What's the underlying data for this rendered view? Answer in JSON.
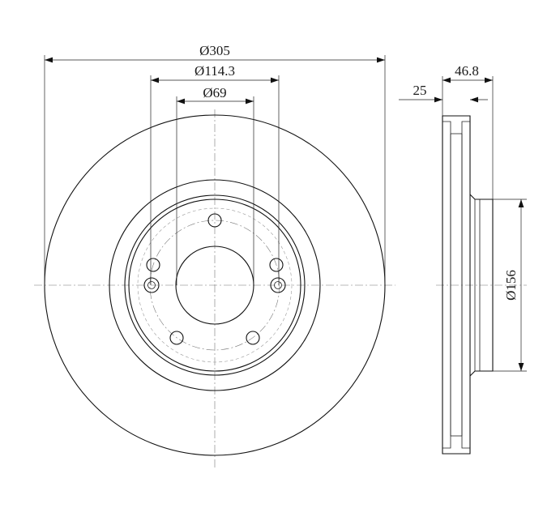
{
  "dimensions": {
    "outer_diameter": "Ø305",
    "bolt_circle": "Ø114.3",
    "center_bore": "Ø69",
    "overall_height": "46.8",
    "thickness": "25",
    "hat_diameter": "Ø156"
  },
  "bolt_holes": 5
}
